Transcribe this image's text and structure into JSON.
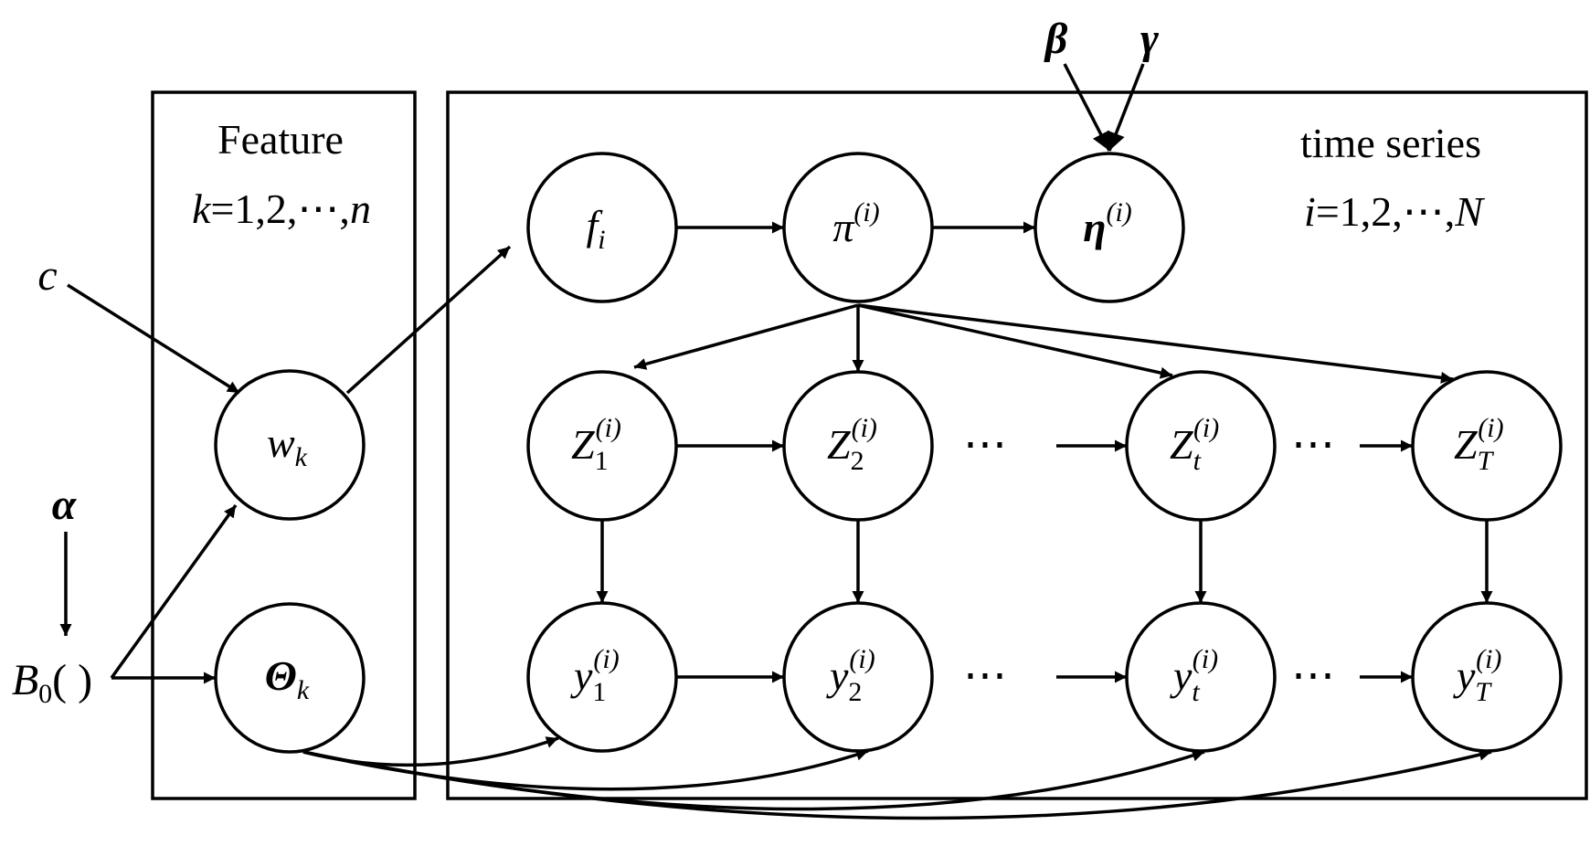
{
  "plates": {
    "feature": {
      "title": "Feature",
      "index_var": "k",
      "index_range": "=1,2,⋯,",
      "index_end": "n"
    },
    "time_series": {
      "title": "time series",
      "index_var": "i",
      "index_range": "=1,2,⋯,",
      "index_end": "N"
    }
  },
  "hyper": {
    "c": "c",
    "alpha": "α",
    "beta": "β",
    "gamma": "γ"
  },
  "nodes": {
    "B0": {
      "base": "B",
      "sub": "0",
      "suffix": "( )"
    },
    "w": {
      "base": "w",
      "sub": "k"
    },
    "theta": {
      "base": "Θ",
      "sub": "k"
    },
    "f": {
      "base": "f",
      "sub": "i"
    },
    "pi": {
      "base": "π",
      "sup": "(i)"
    },
    "eta": {
      "base": "η",
      "sup": "(i)"
    },
    "Z1": {
      "base": "Z",
      "sub": "1",
      "sup": "(i)"
    },
    "Z2": {
      "base": "Z",
      "sub": "2",
      "sup": "(i)"
    },
    "Zt": {
      "base": "Z",
      "sub": "t",
      "sup": "(i)"
    },
    "ZT": {
      "base": "Z",
      "sub": "T",
      "sup": "(i)"
    },
    "y1": {
      "base": "y",
      "sub": "1",
      "sup": "(i)"
    },
    "y2": {
      "base": "y",
      "sub": "2",
      "sup": "(i)"
    },
    "yt": {
      "base": "y",
      "sub": "t",
      "sup": "(i)"
    },
    "yT": {
      "base": "y",
      "sub": "T",
      "sup": "(i)"
    }
  },
  "ellipsis": "⋯"
}
